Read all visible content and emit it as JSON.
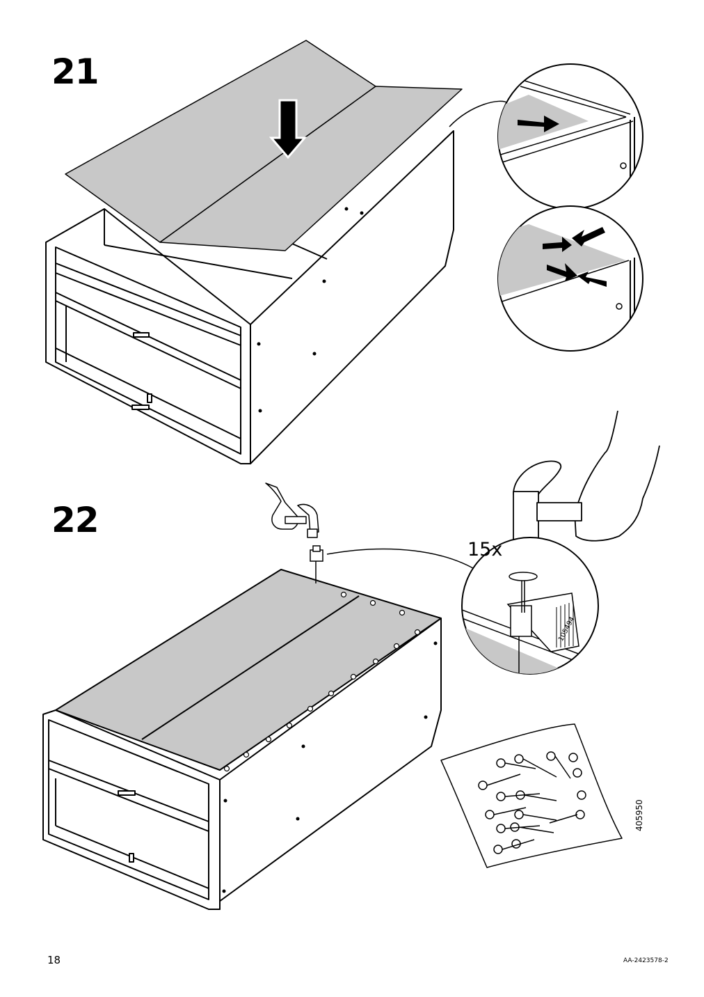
{
  "page": {
    "page_number": "18",
    "document_code": "AA-2423578-2"
  },
  "steps": [
    {
      "number": "21"
    },
    {
      "number": "22",
      "quantity": "15x",
      "part_number_nail": "105494",
      "part_number_bag": "405950"
    }
  ],
  "icons": [
    "arrow-down-icon",
    "arrow-right-icon",
    "arrows-pinch-icon",
    "hand-hammer-icon",
    "nail-bag-icon"
  ],
  "colors": {
    "panel_fill": "#c8c8c8",
    "line": "#000000",
    "background": "#ffffff"
  }
}
